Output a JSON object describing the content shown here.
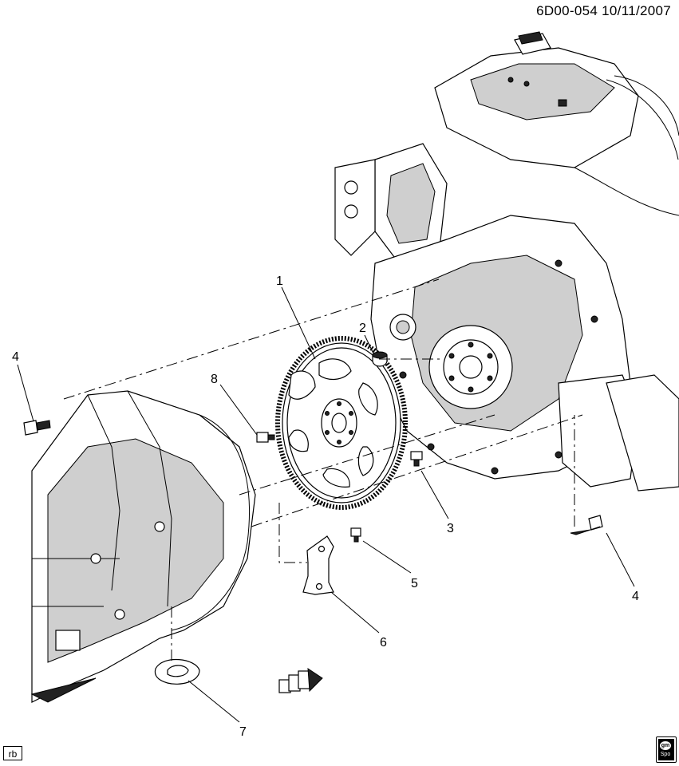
{
  "header": {
    "diagram_id": "6D00-054 10/11/2007"
  },
  "callouts": [
    {
      "id": "1",
      "label": "1"
    },
    {
      "id": "2",
      "label": "2"
    },
    {
      "id": "3",
      "label": "3"
    },
    {
      "id": "4a",
      "label": "4"
    },
    {
      "id": "4b",
      "label": "4"
    },
    {
      "id": "5",
      "label": "5"
    },
    {
      "id": "6",
      "label": "6"
    },
    {
      "id": "7",
      "label": "7"
    },
    {
      "id": "8",
      "label": "8"
    }
  ],
  "footer": {
    "stamp": "rb",
    "badge_top": "gm",
    "badge_bottom": "Spo"
  }
}
